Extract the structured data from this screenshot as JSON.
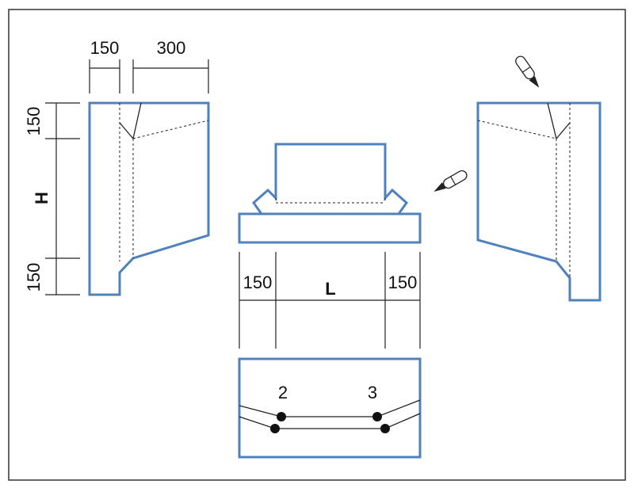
{
  "colors": {
    "outline": "#4f81bd",
    "line": "#222222",
    "frame": "#333333"
  },
  "dimensions": {
    "left_width_small": "150",
    "left_width_large": "300",
    "left_height_top": "150",
    "left_height_mid": "H",
    "left_height_bottom": "150",
    "bottom_left": "150",
    "bottom_mid": "L",
    "bottom_right": "150"
  },
  "points": {
    "p2": "2",
    "p3": "3"
  },
  "icons": [
    "knife-icon",
    "knife-icon"
  ]
}
